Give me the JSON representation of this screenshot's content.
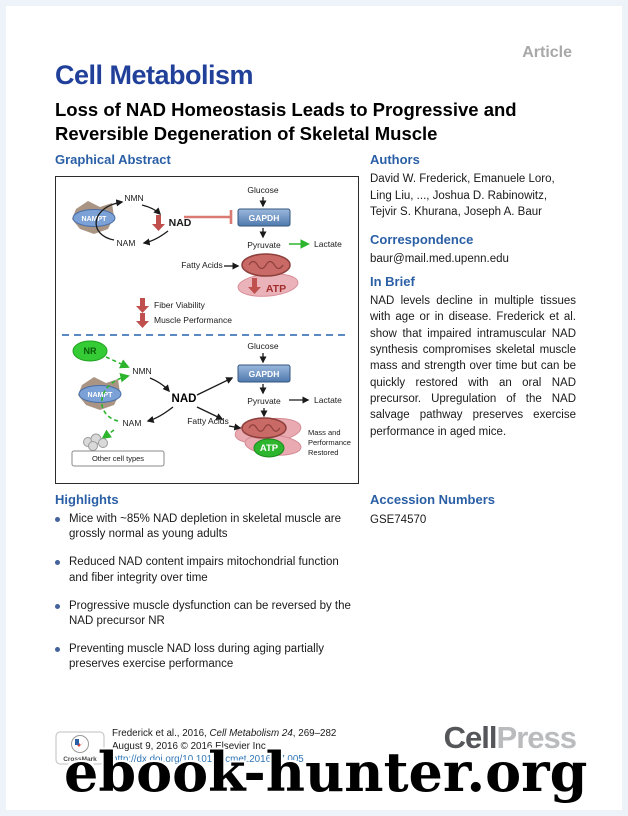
{
  "colors": {
    "accent_blue": "#2a5fa5",
    "logo_blue": "#21409a",
    "link_blue": "#2e75b5"
  },
  "header": {
    "article_label": "Article",
    "journal_name": "Cell Metabolism",
    "title_line1": "Loss of NAD Homeostasis Leads to Progressive and",
    "title_line2": "Reversible Degeneration of Skeletal Muscle"
  },
  "graphical_abstract": {
    "heading": "Graphical Abstract",
    "diagram": {
      "top": {
        "glucose": "Glucose",
        "gapdh": "GAPDH",
        "pyruvate": "Pyruvate",
        "lactate": "Lactate",
        "nmn": "NMN",
        "nampt": "NAMPT",
        "nad": "NAD",
        "nam": "NAM",
        "fatty_acids": "Fatty Acids",
        "atp": "ATP",
        "fiber_viability": "Fiber Viability",
        "muscle_performance": "Muscle Performance"
      },
      "bottom": {
        "nr": "NR",
        "nmn": "NMN",
        "nampt": "NAMPT",
        "nad": "NAD",
        "nam": "NAM",
        "other_cell_types": "Other cell types",
        "glucose": "Glucose",
        "gapdh": "GAPDH",
        "pyruvate": "Pyruvate",
        "lactate": "Lactate",
        "fatty_acids": "Fatty Acids",
        "atp": "ATP",
        "restored_line1": "Mass and",
        "restored_line2": "Performance",
        "restored_line3": "Restored"
      }
    }
  },
  "authors": {
    "heading": "Authors",
    "lines": [
      "David W. Frederick, Emanuele Loro,",
      "Ling Liu, ..., Joshua D. Rabinowitz,",
      "Tejvir S. Khurana, Joseph A. Baur"
    ]
  },
  "correspondence": {
    "heading": "Correspondence",
    "email": "baur@mail.med.upenn.edu"
  },
  "in_brief": {
    "heading": "In Brief",
    "text": "NAD levels decline in multiple tissues with age or in disease. Frederick et al. show that impaired intramuscular NAD synthesis compromises skeletal muscle mass and strength over time but can be quickly restored with an oral NAD precursor. Upregulation of the NAD salvage pathway preserves exercise performance in aged mice."
  },
  "highlights": {
    "heading": "Highlights",
    "items": [
      "Mice with ~85% NAD depletion in skeletal muscle are grossly normal as young adults",
      "Reduced NAD content impairs mitochondrial function and fiber integrity over time",
      "Progressive muscle dysfunction can be reversed by the NAD precursor NR",
      "Preventing muscle NAD loss during aging partially preserves exercise performance"
    ]
  },
  "accession": {
    "heading": "Accession Numbers",
    "value": "GSE74570"
  },
  "footer": {
    "citation_prefix": "Frederick et al., 2016, ",
    "citation_journal": "Cell Metabolism 24",
    "citation_suffix": ", 269–282",
    "citation_line2": "August 9, 2016 © 2016 Elsevier Inc.",
    "doi": "http://dx.doi.org/10.1016/j.cmet.2016.07.005",
    "crossmark_label": "CrossMark",
    "cellpress_cell": "Cell",
    "cellpress_press": "Press"
  },
  "watermark": "ebook-hunter.org"
}
